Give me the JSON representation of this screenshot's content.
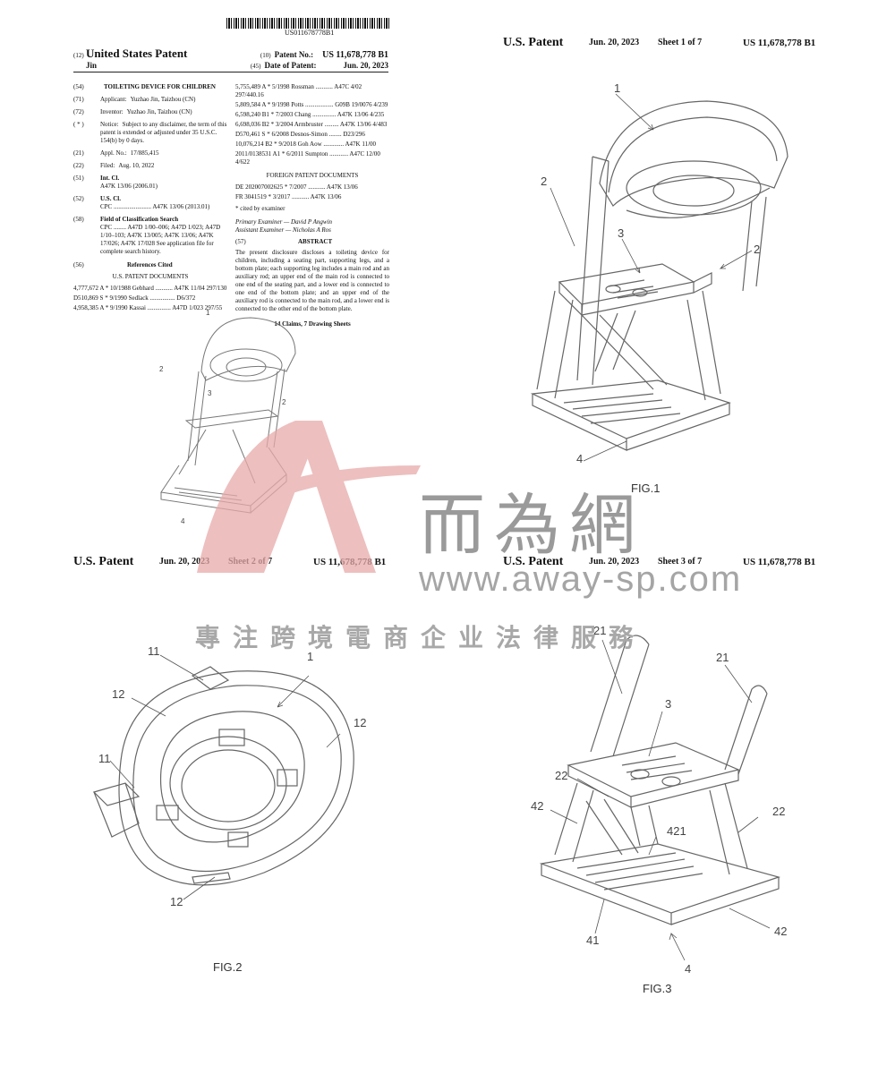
{
  "barcode_number": "US011678778B1",
  "front": {
    "code12": "(12)",
    "title": "United States Patent",
    "inventor_short": "Jin",
    "code10": "(10)",
    "patent_no_label": "Patent No.:",
    "patent_no": "US 11,678,778 B1",
    "code45": "(45)",
    "date_label": "Date of Patent:",
    "date": "Jun. 20, 2023",
    "fields": [
      {
        "code": "(54)",
        "label": "",
        "value": "TOILETING DEVICE FOR CHILDREN"
      },
      {
        "code": "(71)",
        "label": "Applicant:",
        "value": "Yuzhao Jin, Taizhou (CN)"
      },
      {
        "code": "(72)",
        "label": "Inventor:",
        "value": "Yuzhao Jin, Taizhou (CN)"
      },
      {
        "code": "( * )",
        "label": "Notice:",
        "value": "Subject to any disclaimer, the term of this patent is extended or adjusted under 35 U.S.C. 154(b) by 0 days."
      },
      {
        "code": "(21)",
        "label": "Appl. No.:",
        "value": "17/885,415"
      },
      {
        "code": "(22)",
        "label": "Filed:",
        "value": "Aug. 10, 2022"
      },
      {
        "code": "(51)",
        "label": "Int. Cl.",
        "value": "A47K 13/06     (2006.01)"
      },
      {
        "code": "(52)",
        "label": "U.S. Cl.",
        "value": "CPC ........................ A47K 13/06 (2013.01)"
      },
      {
        "code": "(58)",
        "label": "Field of Classification Search",
        "value": "CPC ........ A47D 1/00–006; A47D 1/023; A47D 1/10–103; A47K 13/005; A47K 13/06; A47K 17/026; A47K 17/028  See application file for complete search history."
      }
    ],
    "refs_code": "(56)",
    "refs_title": "References Cited",
    "us_docs_title": "U.S. PATENT DOCUMENTS",
    "us_docs_left": [
      "4,777,672 A *  10/1988  Gebhard ........... A47K 11/04  297/130",
      "D510,869 S *   9/1990  Sedlack ................ D6/372",
      "4,958,385 A *   9/1990  Kassai ............... A47D 1/023  297/55"
    ],
    "us_docs_right": [
      "5,755,489 A *   5/1998  Rossman ........... A47C 4/02  297/440.16",
      "5,809,584 A *   9/1998  Potts .................. G09B 19/0076  4/239",
      "6,598,240 B1 *  7/2003  Chang ............... A47K 13/06  4/235",
      "6,698,036 B2 *  3/2004  Armbruster ......... A47K 13/06  4/483",
      "D570,461 S *    6/2008  Desnos-Simon ........ D23/296",
      "10,076,214 B2 *  9/2018  Goh Aow ............. A47K 11/00",
      "2011/0138531 A1 *  6/2011  Sumpton ............ A47C 12/00  4/622"
    ],
    "foreign_title": "FOREIGN PATENT DOCUMENTS",
    "foreign_docs": [
      "DE     202007002625    *   7/2007  ........... A47K 13/06",
      "FR     3041519         *   3/2017  ........... A47K 13/06"
    ],
    "cited": "* cited by examiner",
    "primary_examiner": "Primary Examiner — David P Angwin",
    "assistant_examiner": "Assistant Examiner — Nicholas A Ros",
    "abstract_code": "(57)",
    "abstract_title": "ABSTRACT",
    "abstract": "The present disclosure discloses a toileting device for children, including a seating part, supporting legs, and a bottom plate; each supporting leg includes a main rod and an auxiliary rod; an upper end of the main rod is connected to one end of the seating part, and a lower end is connected to one end of the bottom plate; and an upper end of the auxiliary rod is connected to the main rod, and a lower end is connected to the other end of the bottom plate.",
    "claims": "14 Claims, 7 Drawing Sheets"
  },
  "sheets": [
    {
      "patent": "U.S. Patent",
      "date": "Jun. 20, 2023",
      "sheet": "Sheet 1 of 7",
      "number": "US 11,678,778 B1",
      "fig": "FIG.1"
    },
    {
      "patent": "U.S. Patent",
      "date": "Jun. 20, 2023",
      "sheet": "Sheet 2 of 7",
      "number": "US 11,678,778 B1",
      "fig": "FIG.2"
    },
    {
      "patent": "U.S. Patent",
      "date": "Jun. 20, 2023",
      "sheet": "Sheet 3 of 7",
      "number": "US 11,678,778 B1",
      "fig": "FIG.3"
    }
  ],
  "refs": {
    "fig1": [
      "1",
      "2",
      "3",
      "2",
      "4"
    ],
    "front": [
      "1",
      "2",
      "3",
      "2",
      "4"
    ],
    "fig2": [
      "11",
      "1",
      "12",
      "12",
      "11",
      "12"
    ],
    "fig3": [
      "21",
      "21",
      "3",
      "22",
      "42",
      "421",
      "22",
      "41",
      "42",
      "4"
    ]
  },
  "watermark": {
    "cn": "而為網",
    "url": "www.away-sp.com",
    "tagline": "專注跨境電商企业法律服務",
    "logo_color": "#e8aaaa"
  }
}
